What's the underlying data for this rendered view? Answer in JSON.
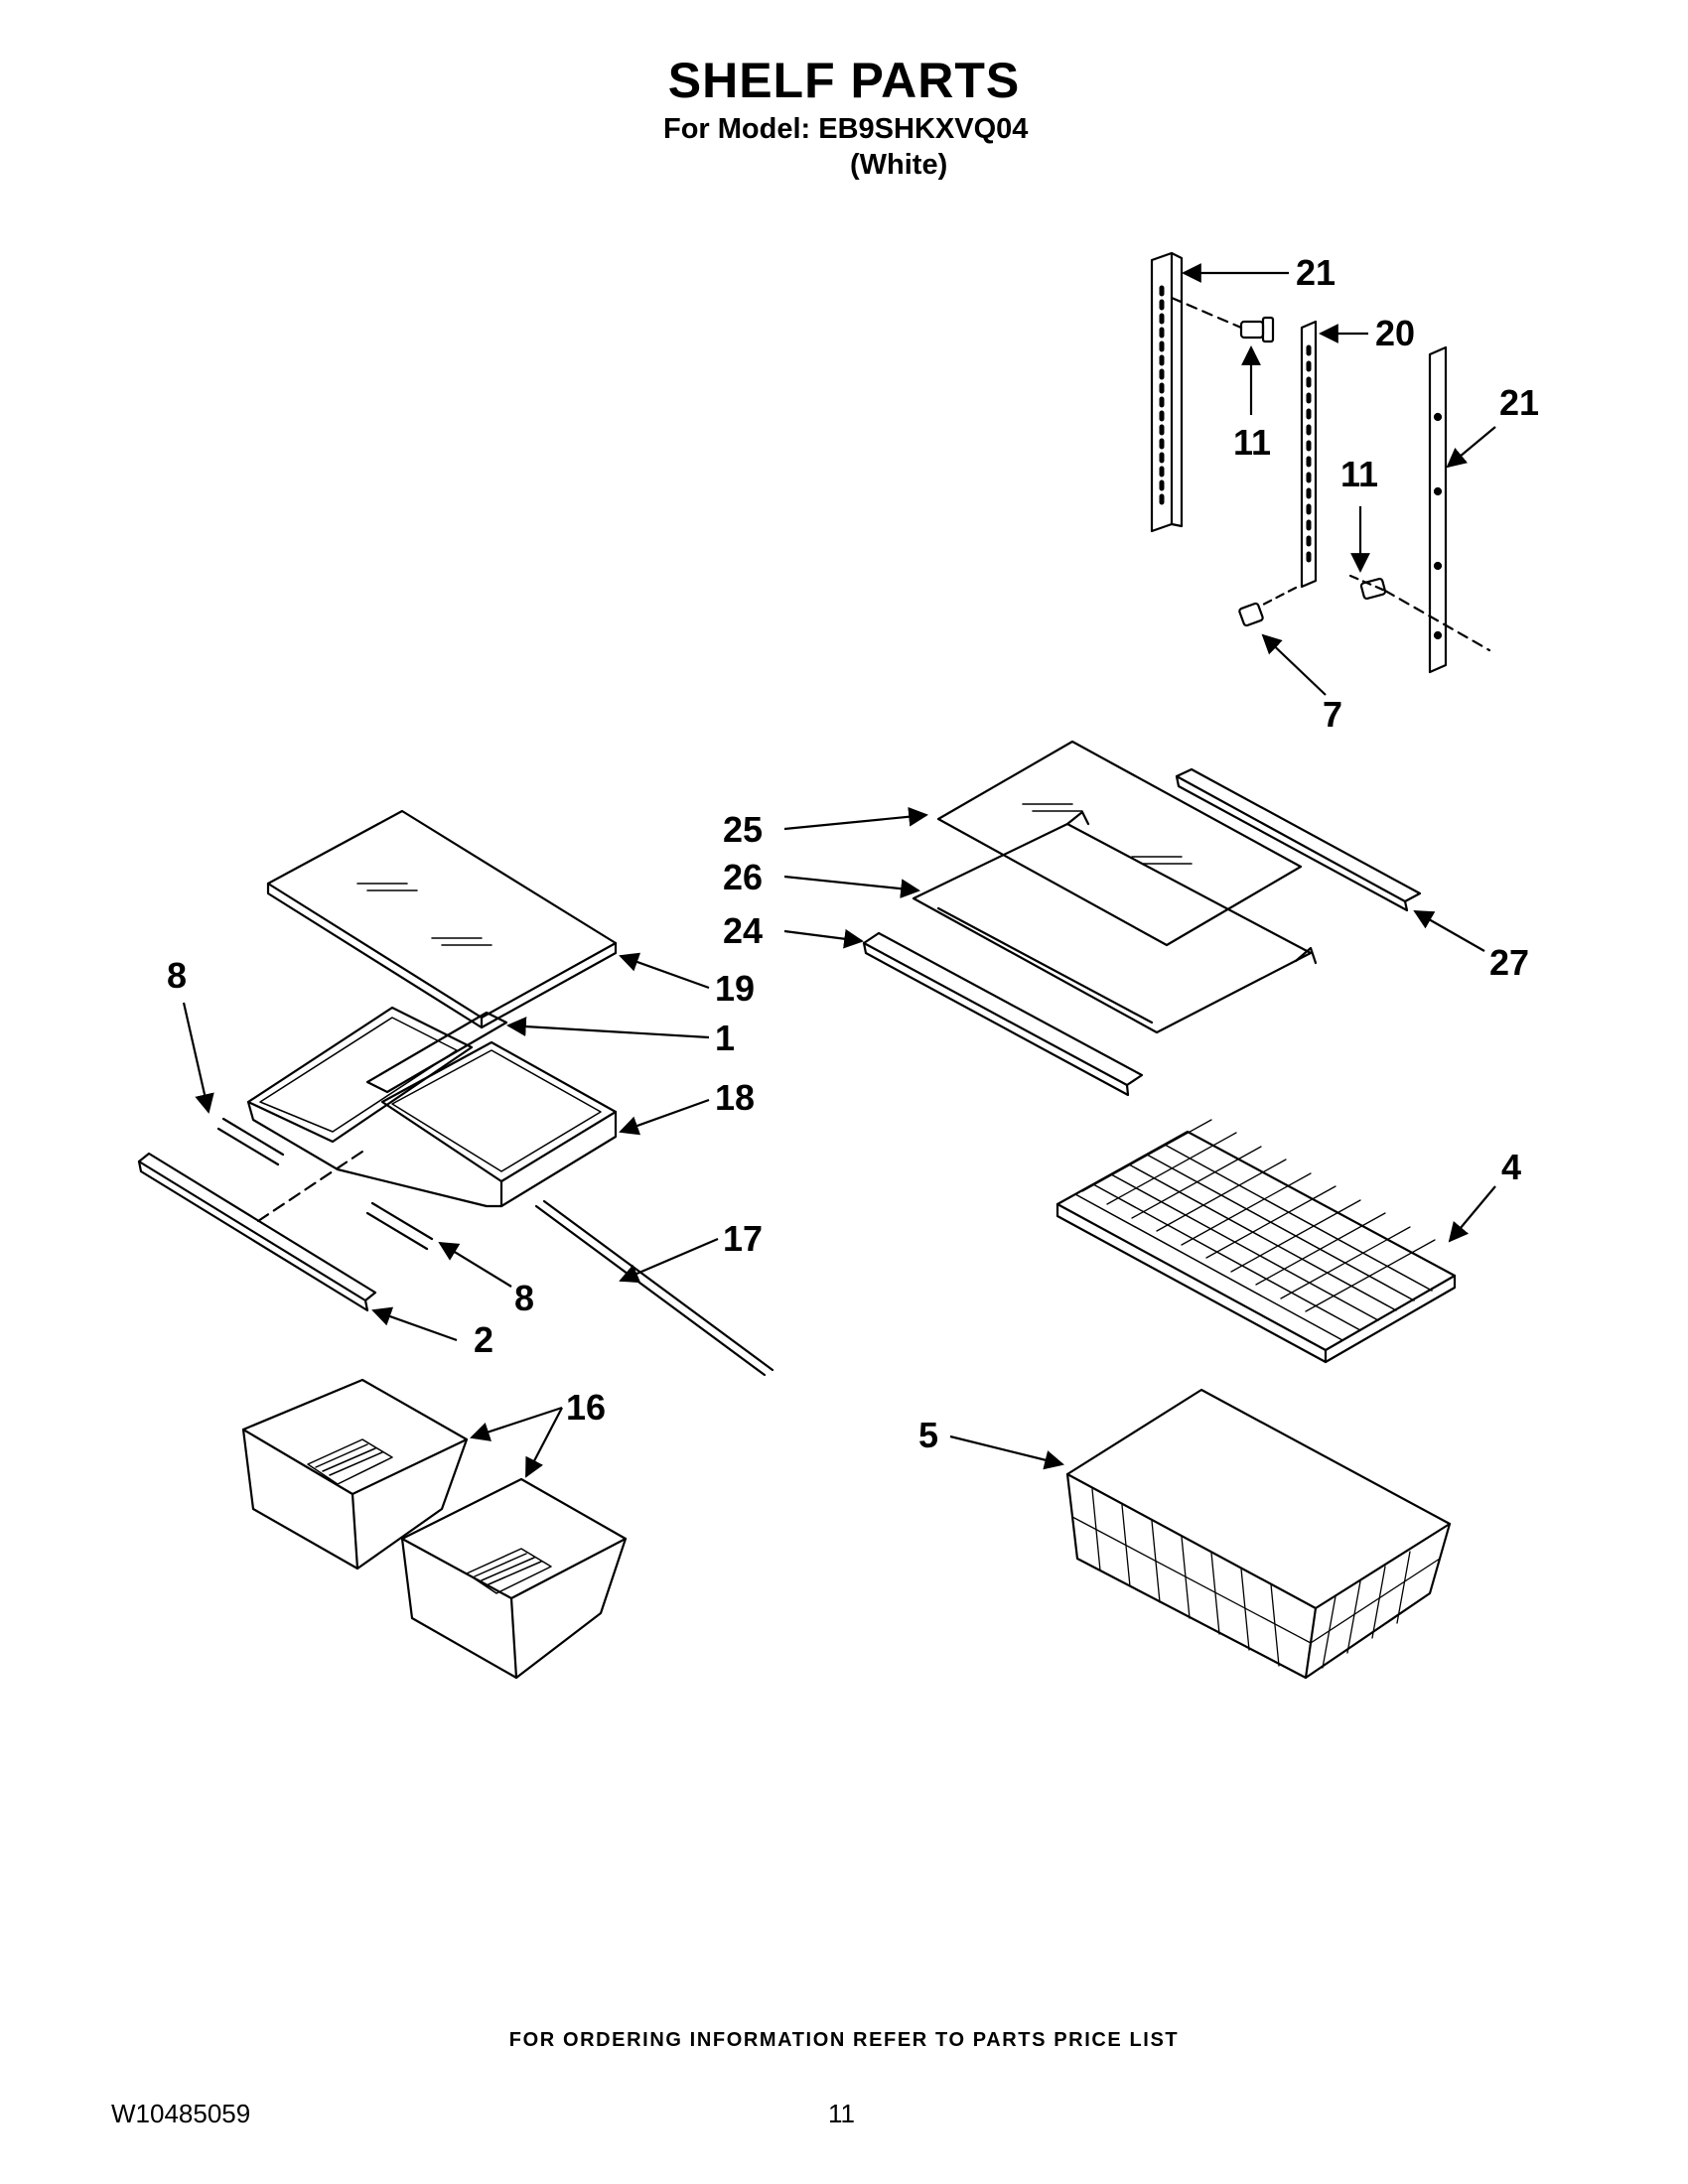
{
  "header": {
    "title": "SHELF PARTS",
    "model_line": "For Model: EB9SHKXVQ04",
    "color_line": "(White)"
  },
  "callouts": {
    "c1": "1",
    "c2": "2",
    "c4": "4",
    "c5": "5",
    "c7": "7",
    "c8a": "8",
    "c8b": "8",
    "c11a": "11",
    "c11b": "11",
    "c16": "16",
    "c17": "17",
    "c18": "18",
    "c19": "19",
    "c20": "20",
    "c21a": "21",
    "c21b": "21",
    "c24": "24",
    "c25": "25",
    "c26": "26",
    "c27": "27"
  },
  "footer": {
    "ordering_note": "FOR ORDERING INFORMATION REFER TO PARTS PRICE LIST",
    "document_id": "W10485059",
    "page_number": "11"
  }
}
